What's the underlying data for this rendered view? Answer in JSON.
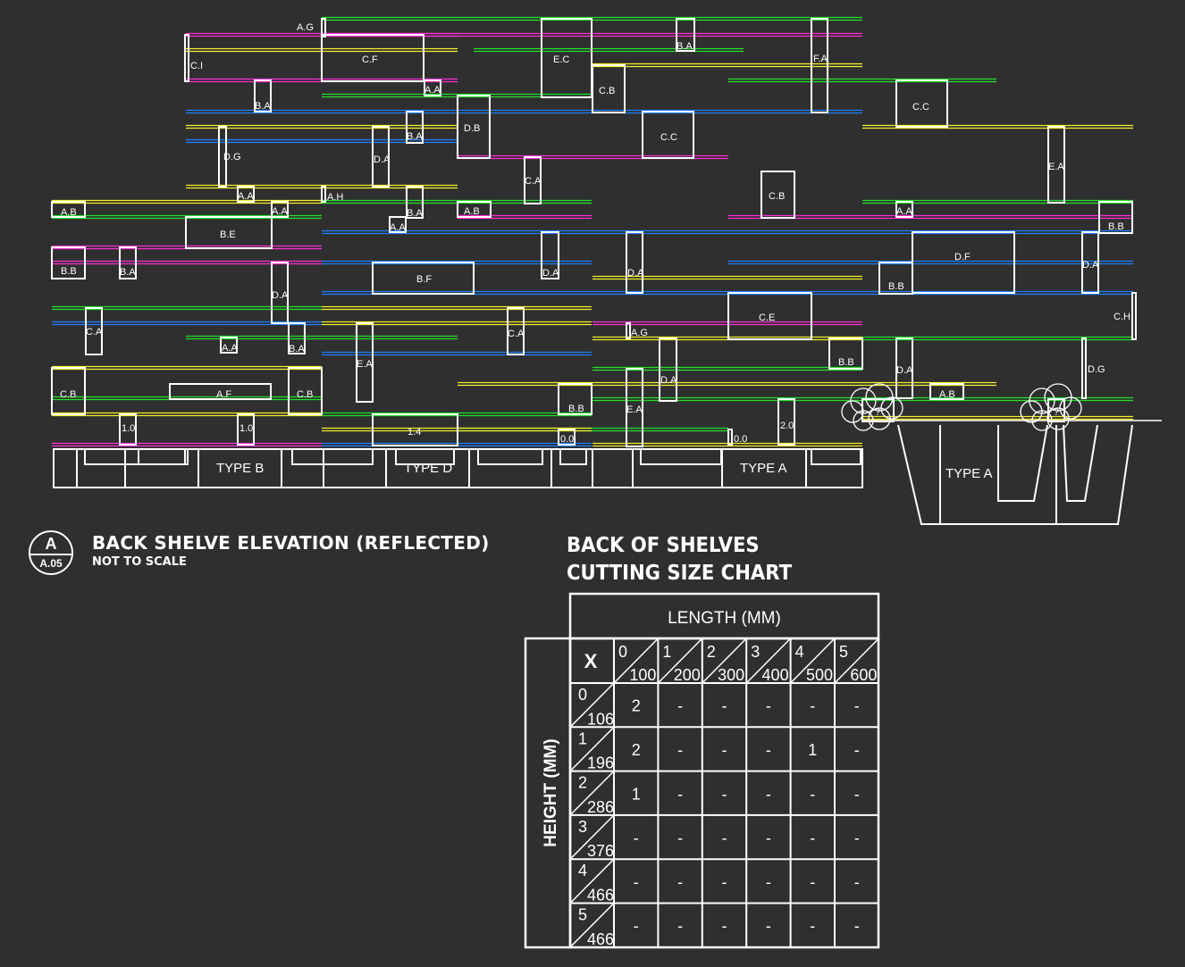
{
  "colors": {
    "background": "#2f2f2f",
    "green": "#22e12a",
    "magenta": "#ff2ed6",
    "yellow": "#f5f02a",
    "blue": "#1f7fff",
    "outline": "#ffffff"
  },
  "drawing_title": {
    "badge_letter": "A",
    "badge_sheet": "A.05",
    "main": "BACK SHELVE ELEVATION (REFLECTED)",
    "sub": "NOT TO SCALE"
  },
  "types": {
    "type_b": "TYPE B",
    "type_d": "TYPE D",
    "type_a": "TYPE A",
    "type_a_section": "TYPE A"
  },
  "panels": [
    "A.G",
    "C.I",
    "C.F",
    "E.C",
    "B.A",
    "F.A",
    "C.B",
    "A.A",
    "B.A",
    "D.B",
    "C.C",
    "C.C",
    "B.A",
    "D.G",
    "D.A",
    "C.A",
    "E.A",
    "A.A",
    "A.H",
    "A.B",
    "A.A",
    "B.A",
    "A.B",
    "C.B",
    "A.A",
    "B.B",
    "A.A",
    "B.E",
    "B.B",
    "B.A",
    "D.F",
    "B.F",
    "D.A",
    "D.A",
    "D.A",
    "B.B",
    "D.A",
    "C.H",
    "C.E",
    "C.A",
    "C.A",
    "A.G",
    "A.A",
    "B.A",
    "E.A",
    "B.B",
    "D.A",
    "D.G",
    "D.A",
    "C.B",
    "A.F",
    "C.B",
    "B.B",
    "E.A",
    "A.B",
    "1.0",
    "1.0",
    "1.4",
    "0.0",
    "0.0",
    "2.0",
    "?",
    "?"
  ],
  "chart": {
    "title_line1": "BACK OF SHELVES",
    "title_line2": "CUTTING SIZE CHART",
    "length_header": "LENGTH (MM)",
    "height_header": "HEIGHT (MM)",
    "corner": "X",
    "columns": [
      {
        "idx": "0",
        "max": "100"
      },
      {
        "idx": "1",
        "max": "200"
      },
      {
        "idx": "2",
        "max": "300"
      },
      {
        "idx": "3",
        "max": "400"
      },
      {
        "idx": "4",
        "max": "500"
      },
      {
        "idx": "5",
        "max": "600"
      }
    ],
    "rows": [
      {
        "idx": "0",
        "max": "106",
        "cells": [
          "2",
          "-",
          "-",
          "-",
          "-",
          "-"
        ]
      },
      {
        "idx": "1",
        "max": "196",
        "cells": [
          "2",
          "-",
          "-",
          "-",
          "1",
          "-"
        ]
      },
      {
        "idx": "2",
        "max": "286",
        "cells": [
          "1",
          "-",
          "-",
          "-",
          "-",
          "-"
        ]
      },
      {
        "idx": "3",
        "max": "376",
        "cells": [
          "-",
          "-",
          "-",
          "-",
          "-",
          "-"
        ]
      },
      {
        "idx": "4",
        "max": "466",
        "cells": [
          "-",
          "-",
          "-",
          "-",
          "-",
          "-"
        ]
      },
      {
        "idx": "5",
        "max": "466",
        "cells": [
          "-",
          "-",
          "-",
          "-",
          "-",
          "-"
        ]
      }
    ]
  }
}
